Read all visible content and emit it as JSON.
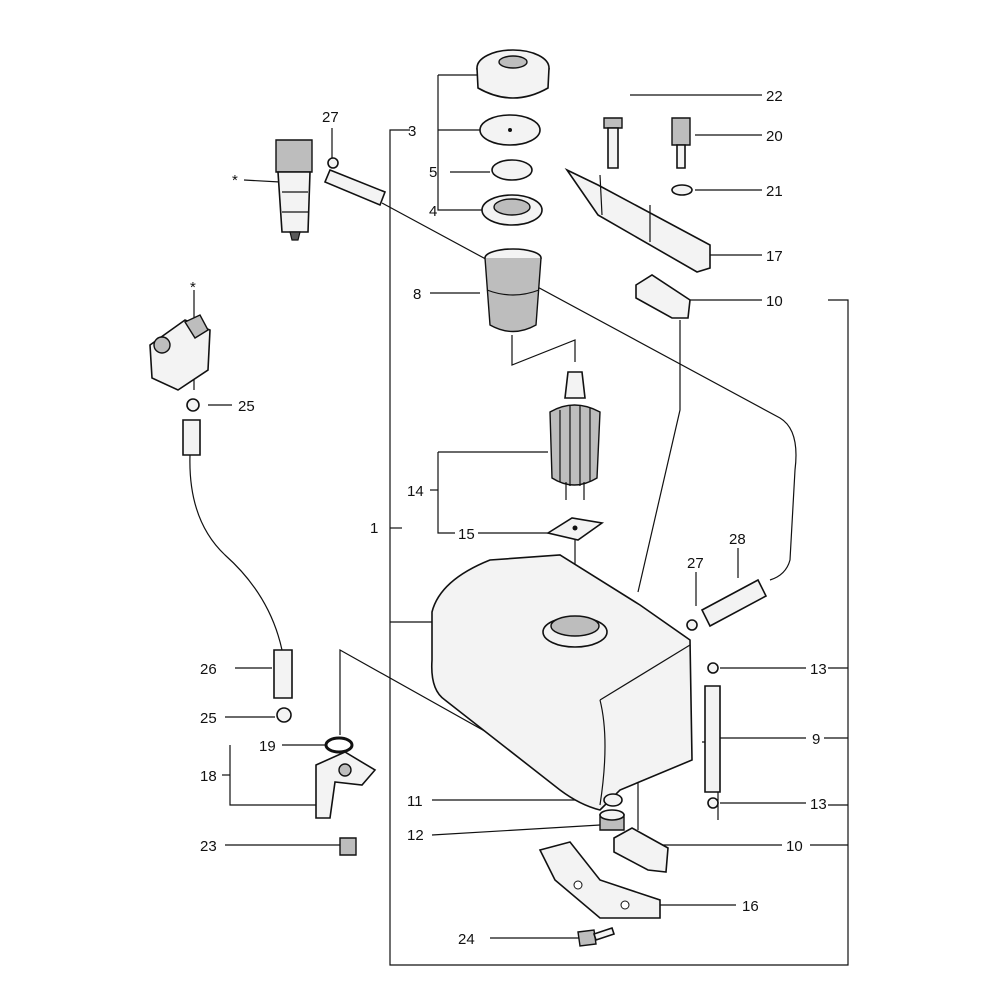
{
  "diagram": {
    "labels": {
      "l1": "1",
      "l3": "3",
      "l4": "4",
      "l5": "5",
      "l8": "8",
      "l9": "9",
      "l10a": "10",
      "l10b": "10",
      "l11": "11",
      "l12": "12",
      "l13a": "13",
      "l13b": "13",
      "l14": "14",
      "l15": "15",
      "l16": "16",
      "l17": "17",
      "l18": "18",
      "l19": "19",
      "l20": "20",
      "l21": "21",
      "l22": "22",
      "l23": "23",
      "l24": "24",
      "l25a": "25",
      "l25b": "25",
      "l26": "26",
      "l27a": "27",
      "l27b": "27",
      "l28": "28",
      "star_a": "*",
      "star_b": "*"
    }
  }
}
